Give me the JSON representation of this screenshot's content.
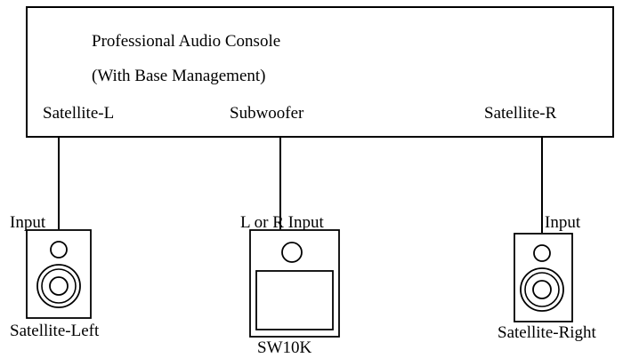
{
  "console": {
    "title": "Professional Audio Console",
    "subtitle": "(With Base Management)",
    "out_left": "Satellite-L",
    "out_sub": "Subwoofer",
    "out_right": "Satellite-R"
  },
  "speakers": {
    "left": {
      "input_label": "Input",
      "name": "Satellite-Left"
    },
    "sub": {
      "input_label": "L or R Input",
      "name": "SW10K"
    },
    "right": {
      "input_label": "Input",
      "name": "Satellite-Right"
    }
  },
  "colors": {
    "line": "#000000",
    "background": "#ffffff"
  }
}
